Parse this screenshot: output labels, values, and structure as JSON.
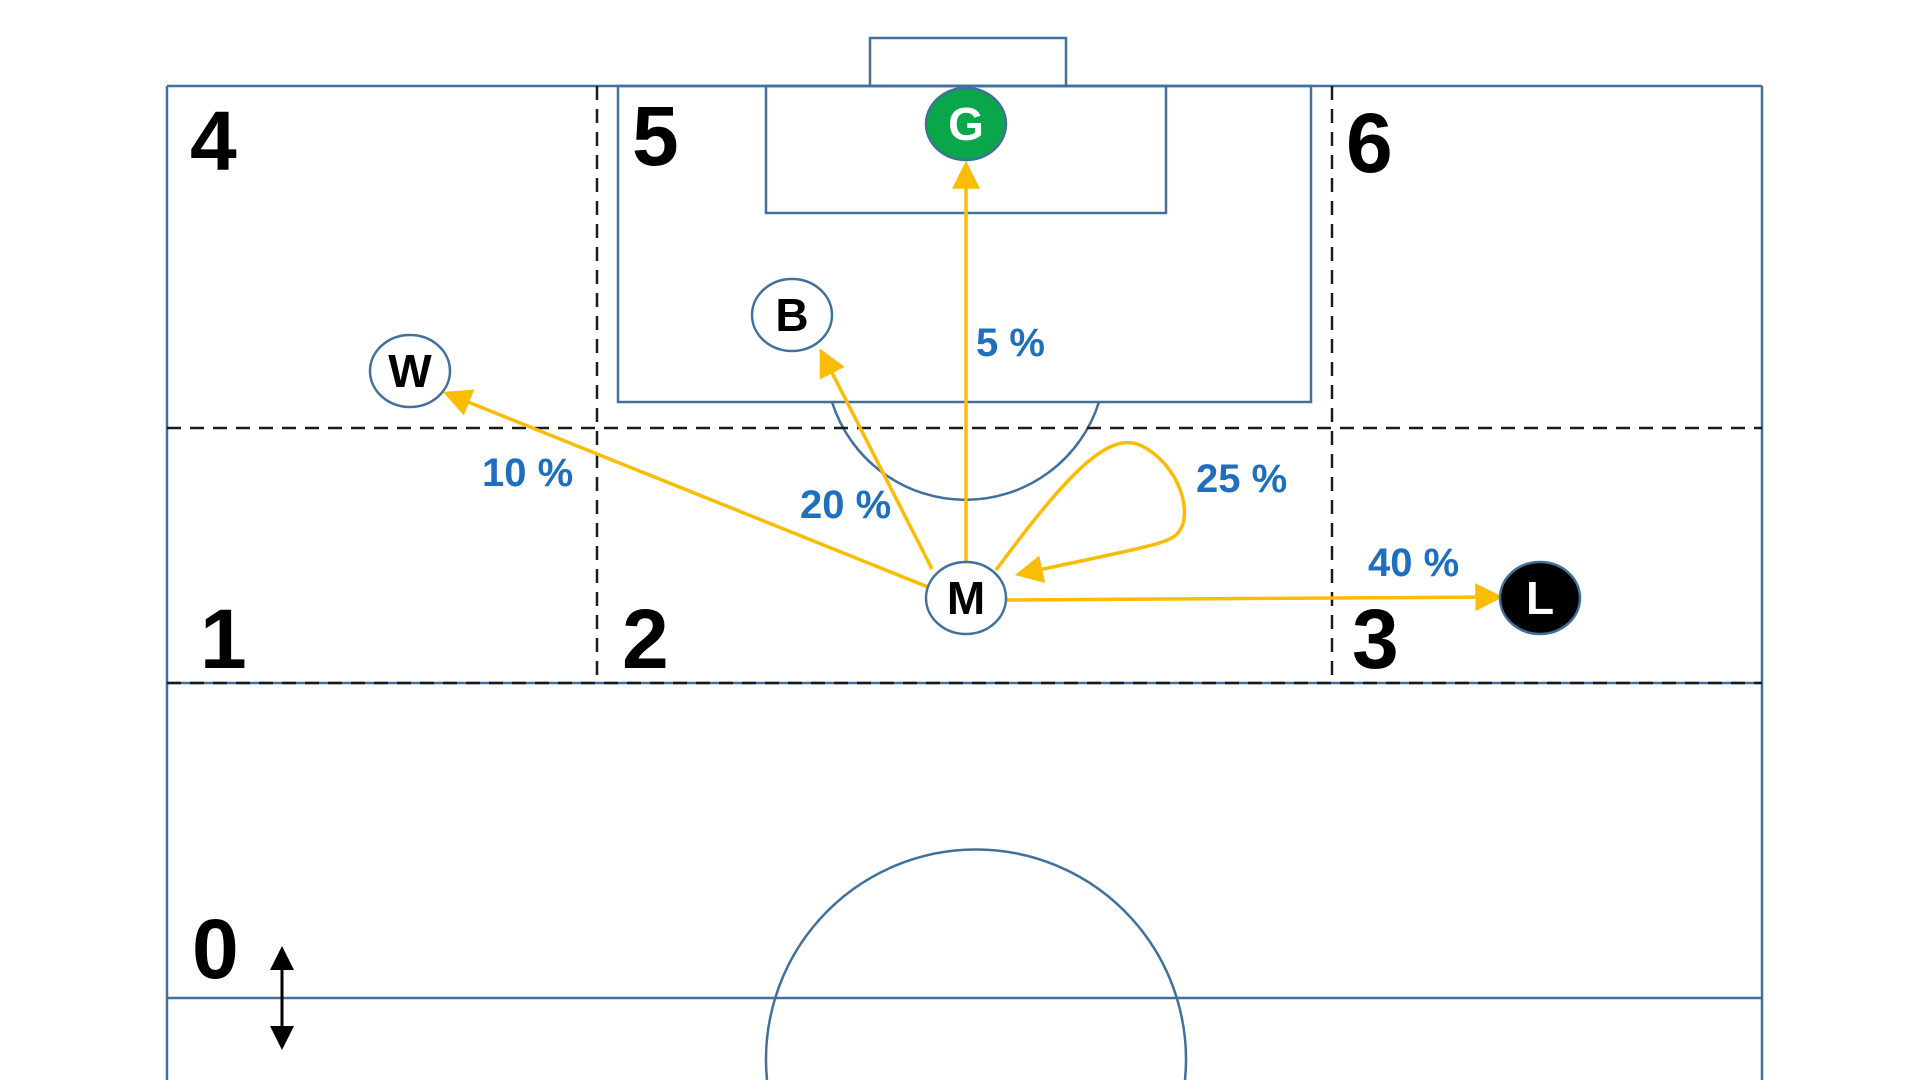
{
  "colors": {
    "pitch_line": "#41709c",
    "zone_line": "#1a1a1a",
    "arrow": "#fbbc05",
    "probability_text": "#1f6fbf",
    "node_white": "#ffffff",
    "node_green": "#0aa64a",
    "node_black": "#000000",
    "direction_arrow": "#000000"
  },
  "zones": [
    {
      "id": "0",
      "label": "0"
    },
    {
      "id": "1",
      "label": "1"
    },
    {
      "id": "2",
      "label": "2"
    },
    {
      "id": "3",
      "label": "3"
    },
    {
      "id": "4",
      "label": "4"
    },
    {
      "id": "5",
      "label": "5"
    },
    {
      "id": "6",
      "label": "6"
    }
  ],
  "nodes": [
    {
      "id": "G",
      "label": "G",
      "fill": "green"
    },
    {
      "id": "B",
      "label": "B",
      "fill": "white"
    },
    {
      "id": "W",
      "label": "W",
      "fill": "white"
    },
    {
      "id": "M",
      "label": "M",
      "fill": "white"
    },
    {
      "id": "L",
      "label": "L",
      "fill": "black"
    }
  ],
  "transitions": [
    {
      "from": "M",
      "to": "W",
      "probability": "10 %"
    },
    {
      "from": "M",
      "to": "B",
      "probability": "20 %"
    },
    {
      "from": "M",
      "to": "G",
      "probability": "5 %"
    },
    {
      "from": "M",
      "to": "M",
      "probability": "25 %"
    },
    {
      "from": "M",
      "to": "L",
      "probability": "40 %"
    }
  ]
}
